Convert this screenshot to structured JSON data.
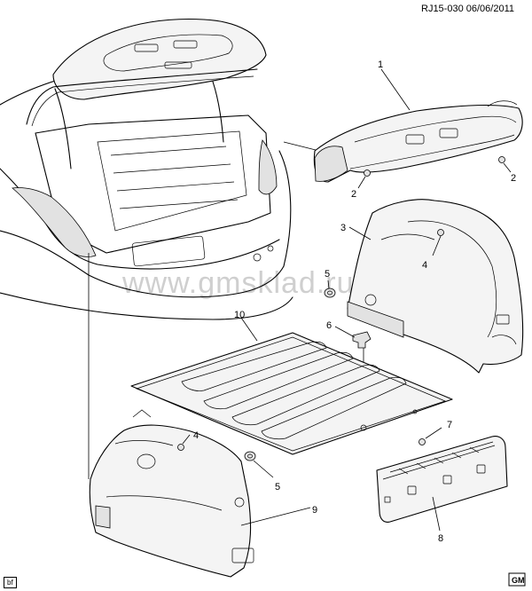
{
  "diagram_ref": "RJ15-030",
  "diagram_date": "06/06/2011",
  "watermark": "www.gmsklad.ru",
  "corner_label": "bf",
  "logo_text": "GM",
  "callouts": [
    {
      "id": "c1",
      "label": "1"
    },
    {
      "id": "c2a",
      "label": "2"
    },
    {
      "id": "c2b",
      "label": "2"
    },
    {
      "id": "c3",
      "label": "3"
    },
    {
      "id": "c4a",
      "label": "4"
    },
    {
      "id": "c4b",
      "label": "4"
    },
    {
      "id": "c5a",
      "label": "5"
    },
    {
      "id": "c5b",
      "label": "5"
    },
    {
      "id": "c6",
      "label": "6"
    },
    {
      "id": "c7",
      "label": "7"
    },
    {
      "id": "c8",
      "label": "8"
    },
    {
      "id": "c9",
      "label": "9"
    },
    {
      "id": "c10",
      "label": "10"
    }
  ]
}
